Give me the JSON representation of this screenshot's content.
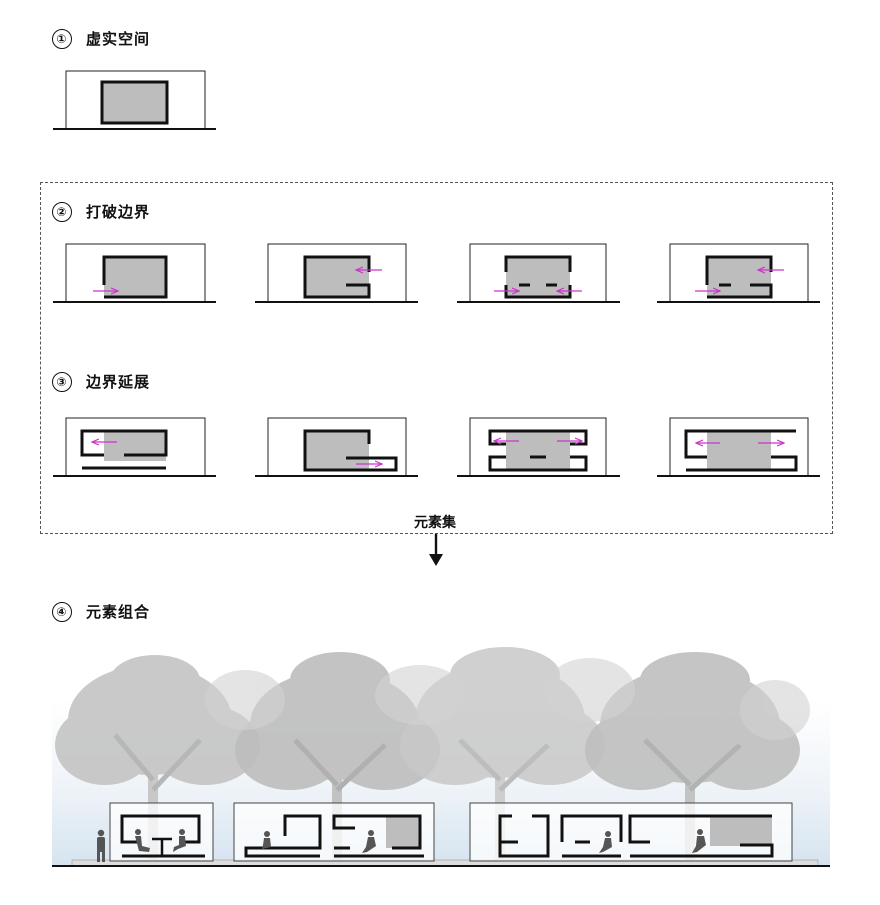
{
  "sections": [
    {
      "number": "①",
      "title": "虚实空间"
    },
    {
      "number": "②",
      "title": "打破边界"
    },
    {
      "number": "③",
      "title": "边界延展"
    },
    {
      "number": "④",
      "title": "元素组合"
    }
  ],
  "flow_label": "元素集",
  "colors": {
    "wall": "#111111",
    "solid_fill": "#bdbdbd",
    "arrow": "#cc33cc",
    "tree": "#b5b5b5",
    "sky": "#dce8f2"
  },
  "icons": [
    "arrow-down-icon",
    "tree-icon",
    "person-icon"
  ]
}
